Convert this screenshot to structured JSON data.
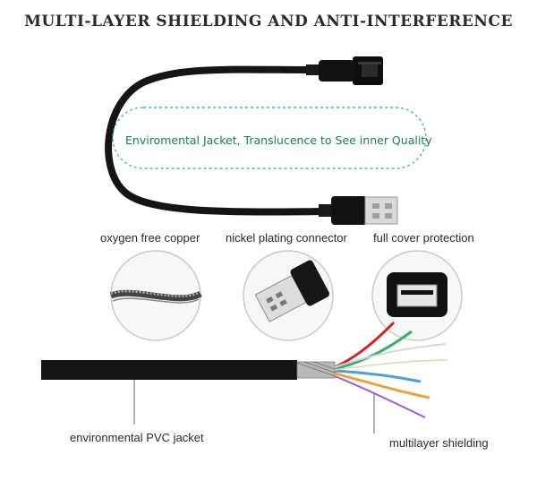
{
  "title": "MULTI-LAYER SHIELDING AND ANTI-INTERFERENCE",
  "jacket_note": "Enviromental Jacket, Translucence to See inner Quality",
  "captions": {
    "copper": "oxygen free copper",
    "nickel": "nickel plating connector",
    "cover": "full cover protection",
    "pvc": "environmental PVC jacket",
    "shielding": "multilayer shielding"
  },
  "colors": {
    "cable": "#151515",
    "dashed_teal": "#4fb3b0",
    "accent_green": "#1d7b4f",
    "wire_red": "#d9211e",
    "wire_green": "#2fb36a",
    "wire_blue": "#4aa0e0",
    "wire_orange": "#f1a236",
    "wire_purple": "#9a5bd6"
  }
}
